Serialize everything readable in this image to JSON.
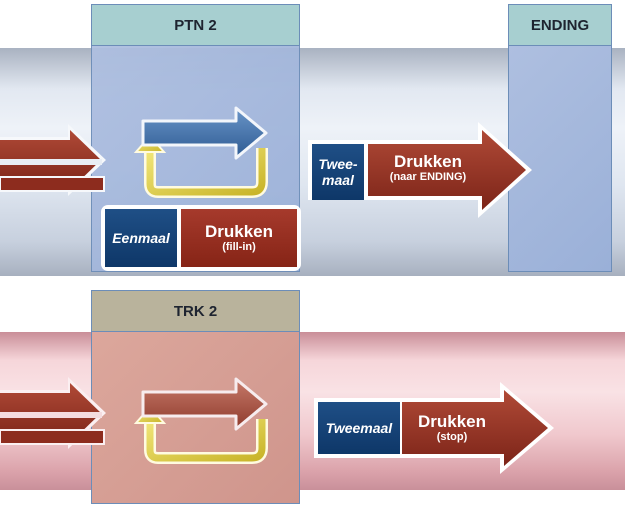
{
  "columns": {
    "ptn": {
      "label": "PTN 2"
    },
    "ending": {
      "label": "ENDING"
    },
    "trk": {
      "label": "TRK 2"
    }
  },
  "top_row": {
    "single_chip": {
      "blue_label": "Eenmaal",
      "main_label": "Drukken",
      "sub_label": "(fill-in)"
    },
    "double_arrow": {
      "blue_label_line1": "Twee-",
      "blue_label_line2": "maal",
      "main_label": "Drukken",
      "sub_label": "(naar ENDING)"
    }
  },
  "bottom_row": {
    "double_arrow": {
      "blue_label": "Tweemaal",
      "main_label": "Drukken",
      "sub_label": "(stop)"
    }
  },
  "colors": {
    "blue_box": "#123c6e",
    "red_arrow": "#9b3425",
    "loop_yellow": "#e5d54a",
    "loop_blue": "#3f6ea6",
    "column_blue": "#9fb4da",
    "column_header_teal": "#a7cfd0",
    "column_red": "#d49c92",
    "column_header_tan": "#b9b39c"
  }
}
